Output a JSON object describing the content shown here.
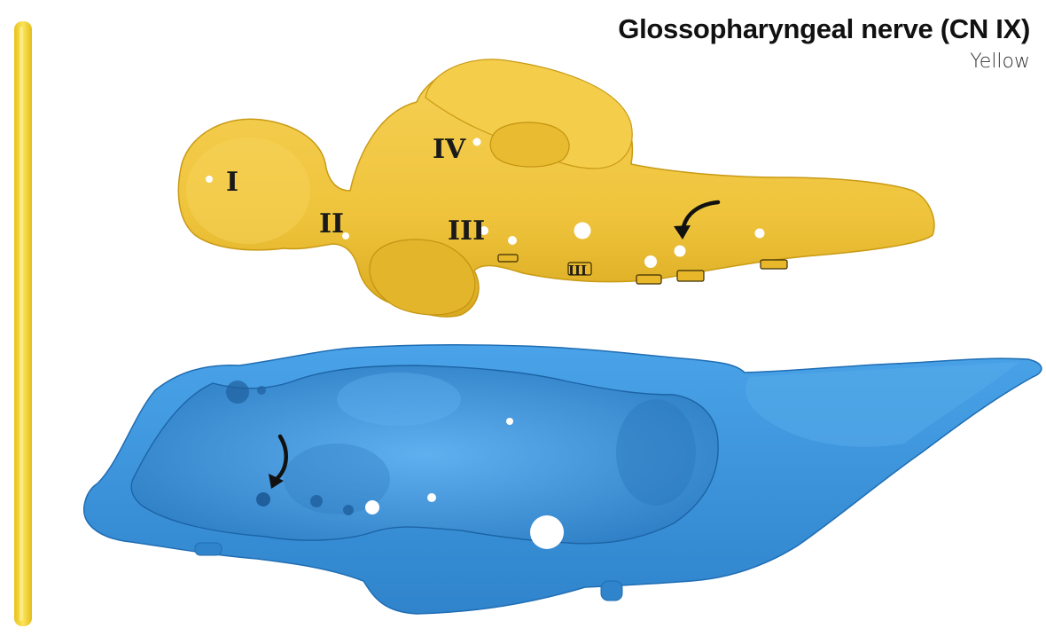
{
  "title": "Glossopharyngeal nerve (CN IX)",
  "subtitle": "Yellow",
  "colors": {
    "nerve": "#f3d33a",
    "brain": "#efc43c",
    "brain_shadow": "#c99a14",
    "skull": "#3a8fd6",
    "skull_dark": "#1f6db3",
    "hole": "#ffffff",
    "arrow": "#111111"
  },
  "numerals": [
    "I",
    "II",
    "III",
    "IV",
    "III"
  ],
  "icons": {
    "brain_arrow": "curved-arrow-icon",
    "skull_arrow": "curved-arrow-icon"
  }
}
